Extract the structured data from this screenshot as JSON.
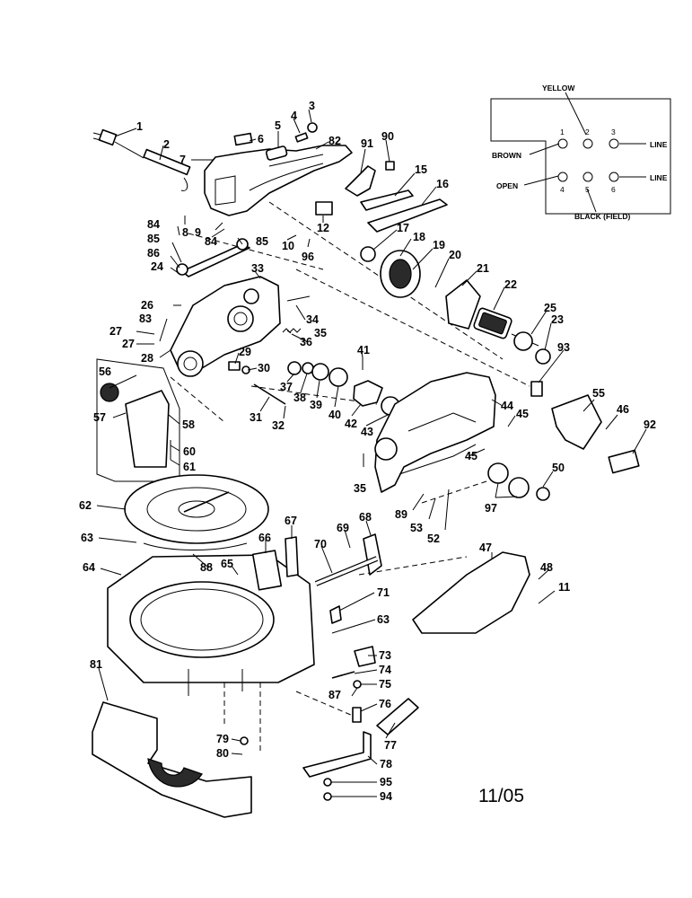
{
  "wiring": {
    "top_label": "YELLOW",
    "left_labels": [
      "BROWN",
      "OPEN"
    ],
    "right_labels": [
      "LINE",
      "LINE"
    ],
    "bottom_label": "BLACK (FIELD)",
    "terminals": [
      "1",
      "2",
      "3",
      "4",
      "5",
      "6"
    ]
  },
  "date_code": "11/05",
  "part_numbers": [
    "1",
    "2",
    "3",
    "4",
    "5",
    "6",
    "7",
    "8",
    "9",
    "10",
    "11",
    "12",
    "15",
    "16",
    "17",
    "18",
    "19",
    "20",
    "21",
    "22",
    "23",
    "24",
    "25",
    "26",
    "27",
    "28",
    "29",
    "30",
    "31",
    "32",
    "33",
    "34",
    "35",
    "36",
    "37",
    "38",
    "39",
    "40",
    "41",
    "42",
    "43",
    "44",
    "45",
    "46",
    "47",
    "48",
    "50",
    "52",
    "53",
    "55",
    "56",
    "57",
    "58",
    "60",
    "61",
    "62",
    "63",
    "64",
    "65",
    "66",
    "67",
    "68",
    "69",
    "70",
    "71",
    "73",
    "74",
    "75",
    "76",
    "77",
    "78",
    "79",
    "80",
    "81",
    "82",
    "83",
    "84",
    "85",
    "86",
    "87",
    "88",
    "89",
    "90",
    "91",
    "92",
    "93",
    "94",
    "95",
    "96",
    "97"
  ]
}
